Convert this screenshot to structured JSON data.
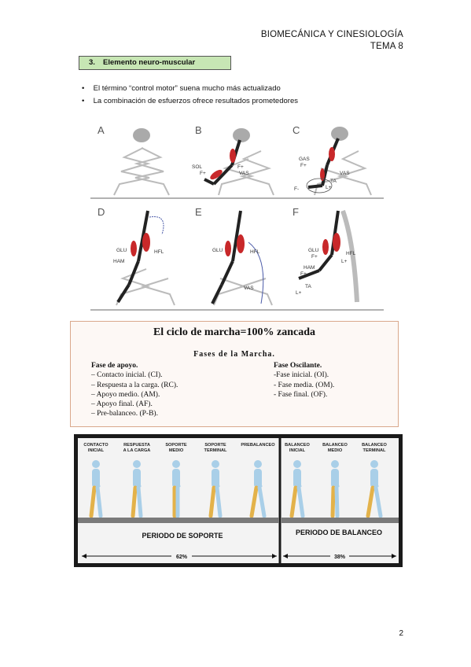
{
  "header": {
    "line1": "BIOMECÁNICA Y CINESIOLOGÍA",
    "line2": "TEMA 8"
  },
  "section": {
    "number": "3.",
    "title": "Elemento neuro-muscular"
  },
  "bullets": [
    "El término “control motor” suena mucho más actualizado",
    "La combinación de esfuerzos ofrece resultados prometedores"
  ],
  "figure1": {
    "panels": [
      "A",
      "B",
      "C",
      "D",
      "E",
      "F"
    ],
    "labels": {
      "sol": "SOL",
      "f_plus": "F+",
      "vas": "VAS",
      "gas": "GAS",
      "ta": "TA",
      "l_plus": "L+",
      "f_minus": "F-",
      "glu": "GLU",
      "hfl": "HFL",
      "ham": "HAM"
    }
  },
  "gait_cycle": {
    "title": "El ciclo de marcha=100% zancada",
    "subtitle": "Fases de la Marcha.",
    "support_heading": "Fase de apoyo.",
    "support_items": [
      "– Contacto inicial. (CI).",
      "– Respuesta a la carga. (RC).",
      "– Apoyo medio. (AM).",
      "– Apoyo final. (AF).",
      "– Pre-balanceo. (P-B)."
    ],
    "swing_heading": "Fase Oscilante.",
    "swing_items": [
      "-Fase inicial. (OI).",
      "- Fase media. (OM).",
      "- Fase final. (OF)."
    ]
  },
  "phases_figure": {
    "phase_labels": [
      [
        "CONTACTO",
        "INICIAL"
      ],
      [
        "RESPUESTA",
        "A LA CARGA"
      ],
      [
        "SOPORTE",
        "MEDIO"
      ],
      [
        "SOPORTE",
        "TERMINAL"
      ],
      [
        "PREBALANCEO"
      ],
      [
        "BALANCEO",
        "INICIAL"
      ],
      [
        "BALANCEO",
        "MEDIO"
      ],
      [
        "BALANCEO",
        "TERMINAL"
      ]
    ],
    "support_period": "PERIODO DE SOPORTE",
    "swing_period": "PERIODO DE BALANCEO",
    "support_pct": "62%",
    "swing_pct": "38%",
    "colors": {
      "frame": "#1a1a1a",
      "body": "#a9cfe8",
      "leg": "#e3b24a",
      "floor": "#7a7a7a",
      "panel_bg": "#f3f3f3"
    }
  },
  "page_number": "2"
}
